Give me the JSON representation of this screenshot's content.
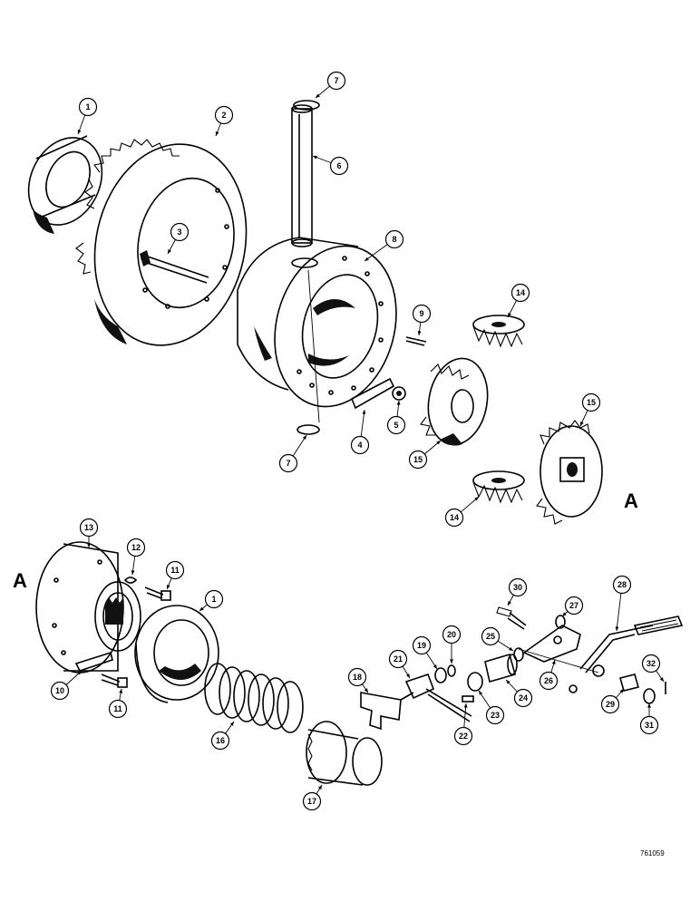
{
  "diagram": {
    "reference_number": "761059",
    "section_marker": "A",
    "callouts": [
      {
        "id": "c1a",
        "label": "1"
      },
      {
        "id": "c2",
        "label": "2"
      },
      {
        "id": "c3",
        "label": "3"
      },
      {
        "id": "c4",
        "label": "4"
      },
      {
        "id": "c5",
        "label": "5"
      },
      {
        "id": "c6",
        "label": "6"
      },
      {
        "id": "c7a",
        "label": "7"
      },
      {
        "id": "c7b",
        "label": "7"
      },
      {
        "id": "c8",
        "label": "8"
      },
      {
        "id": "c9",
        "label": "9"
      },
      {
        "id": "c14a",
        "label": "14"
      },
      {
        "id": "c14b",
        "label": "14"
      },
      {
        "id": "c15a",
        "label": "15"
      },
      {
        "id": "c15b",
        "label": "15"
      },
      {
        "id": "c13",
        "label": "13"
      },
      {
        "id": "c12",
        "label": "12"
      },
      {
        "id": "c11a",
        "label": "11"
      },
      {
        "id": "c1b",
        "label": "1"
      },
      {
        "id": "c10",
        "label": "10"
      },
      {
        "id": "c11b",
        "label": "11"
      },
      {
        "id": "c16",
        "label": "16"
      },
      {
        "id": "c17",
        "label": "17"
      },
      {
        "id": "c18",
        "label": "18"
      },
      {
        "id": "c19",
        "label": "19"
      },
      {
        "id": "c20",
        "label": "20"
      },
      {
        "id": "c21",
        "label": "21"
      },
      {
        "id": "c22",
        "label": "22"
      },
      {
        "id": "c23",
        "label": "23"
      },
      {
        "id": "c24",
        "label": "24"
      },
      {
        "id": "c25",
        "label": "25"
      },
      {
        "id": "c26",
        "label": "26"
      },
      {
        "id": "c27",
        "label": "27"
      },
      {
        "id": "c28",
        "label": "28"
      },
      {
        "id": "c29",
        "label": "29"
      },
      {
        "id": "c30",
        "label": "30"
      },
      {
        "id": "c31",
        "label": "31"
      },
      {
        "id": "c32",
        "label": "32"
      }
    ]
  }
}
